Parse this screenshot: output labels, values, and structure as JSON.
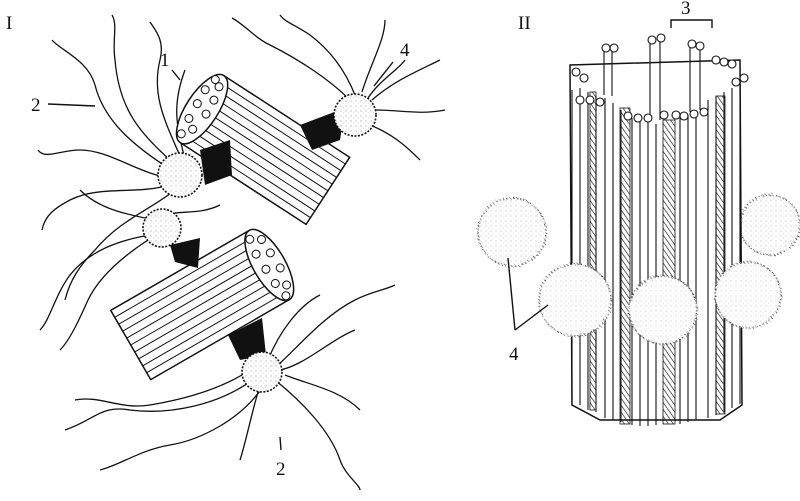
{
  "panels": [
    {
      "numeral": "I"
    },
    {
      "numeral": "II"
    }
  ],
  "callouts": {
    "p1_1": "1",
    "p1_2a": "2",
    "p1_2b": "2",
    "p1_4": "4",
    "p2_3": "3",
    "p2_4": "4"
  }
}
